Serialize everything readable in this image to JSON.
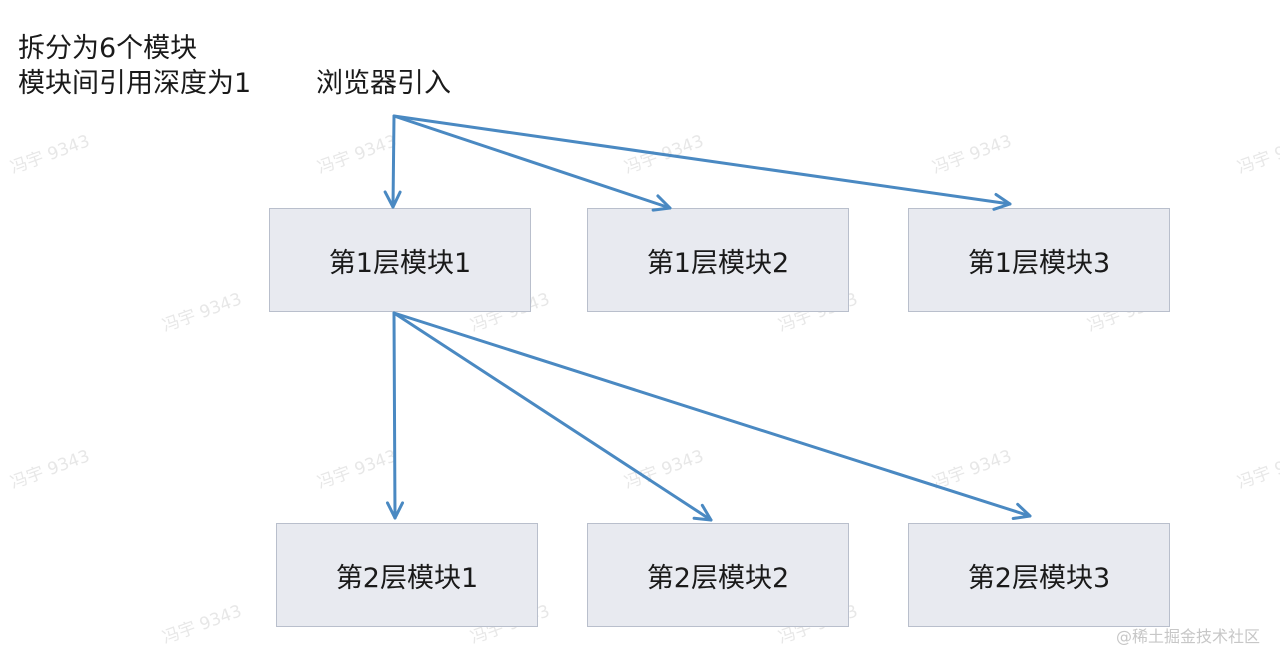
{
  "caption": {
    "line1": "拆分为6个模块",
    "line2": "模块间引用深度为1"
  },
  "browser_label": "浏览器引入",
  "layer1": {
    "modules": [
      "第1层模块1",
      "第1层模块2",
      "第1层模块3"
    ]
  },
  "layer2": {
    "modules": [
      "第2层模块1",
      "第2层模块2",
      "第2层模块3"
    ]
  },
  "watermark_text": "冯宇 9343",
  "footer_credit": "@稀土掘金技术社区",
  "colors": {
    "arrow": "#4a89c2",
    "module_fill": "#e8eaf0",
    "module_border": "#b9bfcc"
  }
}
